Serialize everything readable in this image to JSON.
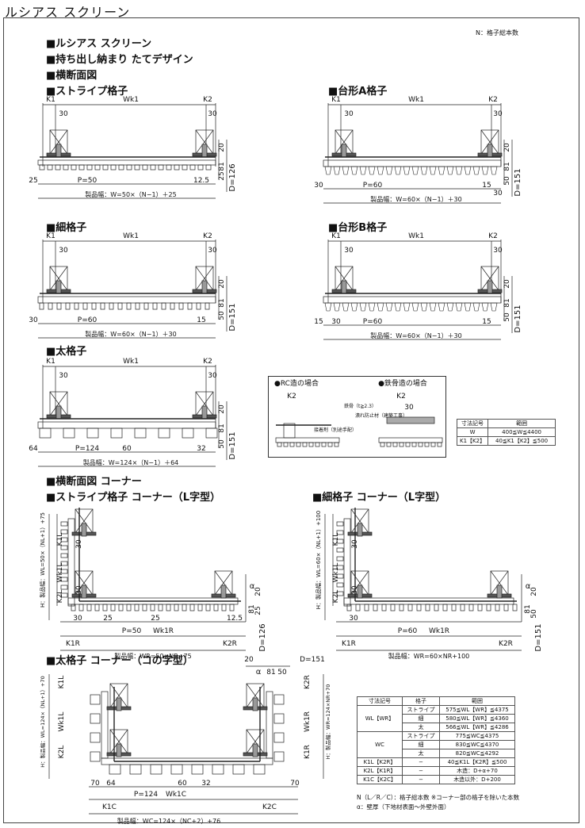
{
  "page_title": "ルシアス スクリーン",
  "header_note": "N：格子総本数",
  "intro": [
    "■ルシアス スクリーン",
    "■持ち出し納まり たてデザイン",
    "■横断面図"
  ],
  "sections": {
    "stripe": "■ストライプ格子",
    "trapA": "■台形A格子",
    "thin": "■細格子",
    "trapB": "■台形B格子",
    "thick": "■太格子",
    "corner_head": "■横断面図 コーナー",
    "stripe_corner": "■ストライプ格子 コーナー（L字型）",
    "thin_corner": "■細格子 コーナー（L字型）",
    "thick_corner": "■太格子 コーナー（コの字型）"
  },
  "panels": {
    "stripe": {
      "k1": "K1",
      "wk": "Wk1",
      "k2": "K2",
      "d30a": "30",
      "d30b": "30",
      "d20": "20",
      "d81": "81",
      "d25": "25",
      "d126": "D=126",
      "left": "25",
      "p": "P=50",
      "right": "12.5",
      "width": "製品幅：W=50×（N−1）＋25"
    },
    "trapA": {
      "k1": "K1",
      "wk": "Wk1",
      "k2": "K2",
      "d30a": "30",
      "d30b": "30",
      "d20": "20",
      "d81": "81",
      "d50": "50",
      "d30c": "30",
      "d151": "D=151",
      "left": "30",
      "p": "P=60",
      "right": "15",
      "width": "製品幅：W=60×（N−1）＋30"
    },
    "thin": {
      "k1": "K1",
      "wk": "Wk1",
      "k2": "K2",
      "d30a": "30",
      "d30b": "30",
      "d20": "20",
      "d81": "81",
      "d50": "50",
      "d151": "D=151",
      "left": "30",
      "p": "P=60",
      "right": "15",
      "width": "製品幅：W=60×（N−1）＋30"
    },
    "trapB": {
      "k1": "K1",
      "wk": "Wk1",
      "k2": "K2",
      "d30a": "30",
      "d30b": "30",
      "d20": "20",
      "d81": "81",
      "d50": "50",
      "d151": "D=151",
      "left": "15",
      "left2": "30",
      "p": "P=60",
      "right": "15",
      "width": "製品幅：W=60×（N−1）＋30"
    },
    "thick": {
      "k1": "K1",
      "wk": "Wk1",
      "k2": "K2",
      "d30a": "30",
      "d30b": "30",
      "d20": "20",
      "d81": "81",
      "d50": "50",
      "d151": "D=151",
      "left": "64",
      "p": "P=124",
      "mid": "60",
      "right": "32",
      "width": "製品幅：W=124×（N−1）＋64"
    }
  },
  "rc": {
    "rc_title": "●RC造の場合",
    "steel_title": "●鉄骨造の場合",
    "k2a": "K2",
    "k2b": "K2",
    "d30": "30",
    "steel": "鉄骨（t≧2.3）",
    "shim": "潰れ防止材（建築工事）",
    "adhesive": "接着剤（別途手配）"
  },
  "range_table": {
    "head": [
      "寸法記号",
      "範囲"
    ],
    "rows": [
      [
        "W",
        "400≦W≦4400"
      ],
      [
        "K1【K2】",
        "40≦K1【K2】≦500"
      ]
    ]
  },
  "stripe_corner": {
    "wl": "H：製品幅：WL=50×（NL+1）+75",
    "k1l": "K1L",
    "wk1l": "Wk1L",
    "k2l": "K2L",
    "d30a": "30",
    "d30b": "30",
    "d30c": "30",
    "alpha": "α",
    "d20": "20",
    "d81": "81",
    "d25": "25",
    "d25b": "25",
    "d25c": "25",
    "d125": "12.5",
    "d126": "D=126",
    "p": "P=50",
    "wk1r": "Wk1R",
    "k1r": "K1R",
    "k2r": "K2R",
    "width": "製品幅：WR=50×NR+75"
  },
  "thin_corner": {
    "wl": "H：製品幅：WL=60×（NL+1）+100",
    "k1l": "K1L",
    "wk1l": "Wk1L",
    "k2l": "K2L",
    "d30a": "30",
    "d30b": "30",
    "d30c": "30",
    "alpha": "α",
    "d20": "20",
    "d81": "81",
    "d50": "50",
    "d151": "D=151",
    "p": "P=60",
    "wk1r": "Wk1R",
    "k1r": "K1R",
    "k2r": "K2R",
    "width": "製品幅：WR=60×NR+100"
  },
  "thick_corner": {
    "d20": "20",
    "alpha": "α",
    "d81": "81",
    "d50": "50",
    "d151": "D=151",
    "k1l": "K1L",
    "wk1l": "Wk1L",
    "k2l": "K2L",
    "k2r": "K2R",
    "wk1r": "Wk1R",
    "k1r": "K1R",
    "wl": "H：製品幅：WL=124×（NL+1）+70",
    "wr": "H：製品幅：WR=124×NR+70",
    "d70a": "70",
    "d70b": "70",
    "d64": "64",
    "d60": "60",
    "d32": "32",
    "p": "P=124",
    "wk1c": "Wk1C",
    "k1c": "K1C",
    "k2c": "K2C",
    "width": "製品幅：WC=124×（NC+2）+76"
  },
  "corner_table": {
    "head": [
      "寸法記号",
      "格子",
      "範囲"
    ],
    "rows": [
      [
        "WL【WR】",
        "ストライプ",
        "575≦WL【WR】≦4375"
      ],
      [
        "",
        "細",
        "580≦WL【WR】≦4360"
      ],
      [
        "",
        "太",
        "566≦WL【WR】≦4286"
      ],
      [
        "WC",
        "ストライプ",
        "775≦WC≦4375"
      ],
      [
        "",
        "細",
        "830≦WC≦4370"
      ],
      [
        "",
        "太",
        "820≦WC≦4292"
      ],
      [
        "K1L【K2R】",
        "−",
        "40≦K1L【K2R】≦500"
      ],
      [
        "K2L【K1R】",
        "−",
        "木造：D+α+70"
      ],
      [
        "K1C【K2C】",
        "−",
        "木造以外：D+200"
      ]
    ]
  },
  "footnotes": [
    "N（L／R／C）：格子総本数 ※コーナー部の格子を除いた本数",
    "α：壁厚（下地材表面〜外壁外面）"
  ]
}
